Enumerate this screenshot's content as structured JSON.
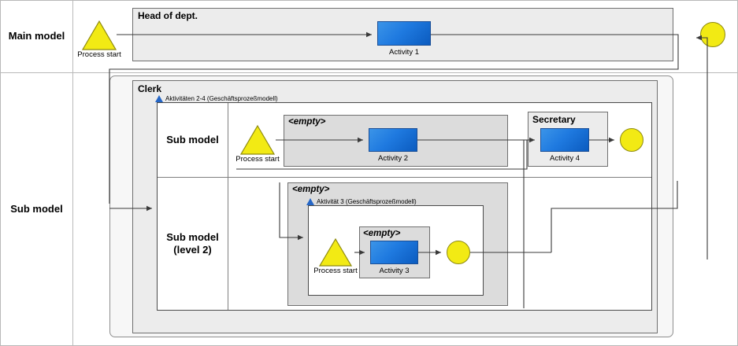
{
  "diagram": {
    "rows": [
      {
        "id": "main-model",
        "label": "Main model"
      },
      {
        "id": "sub-model",
        "label": "Sub model"
      }
    ],
    "main_model": {
      "start": {
        "label": "Process start",
        "icon": "start-triangle-icon"
      },
      "pool": {
        "title": "Head of dept."
      },
      "activity": {
        "label": "Activity 1"
      },
      "end": {
        "icon": "end-circle-icon"
      }
    },
    "sub_model": {
      "pool": {
        "title": "Clerk"
      },
      "model_reference_1": {
        "icon": "blue-triangle-icon",
        "label": "Aktivitäten 2-4 (Geschäftsprozeßmodell)",
        "expander": "plus-icon"
      },
      "lane_rows": [
        {
          "label": "Sub model"
        },
        {
          "label": "Sub model\n(level 2)"
        }
      ],
      "row1": {
        "start": {
          "label": "Process start"
        },
        "lane_empty": {
          "title": "<empty>"
        },
        "activity": {
          "label": "Activity 2"
        },
        "secretary_pool": {
          "title": "Secretary"
        },
        "activity4": {
          "label": "Activity 4"
        },
        "end": {
          "icon": "end-circle-icon"
        }
      },
      "row2": {
        "lane_empty_outer": {
          "title": "<empty>"
        },
        "model_reference_2": {
          "icon": "blue-triangle-icon",
          "label": "Aktivität 3 (Geschäftsprozeßmodell)",
          "expander": "plus-icon"
        },
        "start": {
          "label": "Process start"
        },
        "lane_empty_inner": {
          "title": "<empty>"
        },
        "activity": {
          "label": "Activity 3"
        },
        "end": {
          "icon": "end-circle-icon"
        }
      }
    },
    "colors": {
      "activity_fill": "#1f7ae0",
      "activity_border": "#1a4e96",
      "event_fill": "#f2ea14",
      "event_border": "#8e8a10",
      "pool_fill": "#ececec",
      "lane_fill": "#dcdcdc",
      "connector": "#3a3a3a",
      "reference_icon": "#2566c6"
    }
  }
}
